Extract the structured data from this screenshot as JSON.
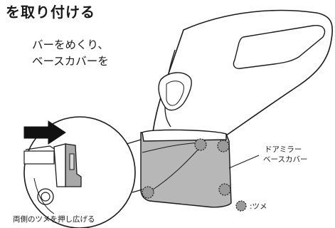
{
  "heading": "を取り付ける",
  "instructions": [
    "バーをめくり、",
    "ベースカバーを"
  ],
  "labels": {
    "part_name_line1": "ドアミラー",
    "part_name_line2": "ベースカバー",
    "caption": "両側のツメを押し広げる",
    "legend": ":ツメ"
  },
  "colors": {
    "line": "#1a1a1a",
    "cover_gray": "#b7b7b7",
    "tab_gray": "#9a9a9a",
    "arrow": "#111111"
  }
}
